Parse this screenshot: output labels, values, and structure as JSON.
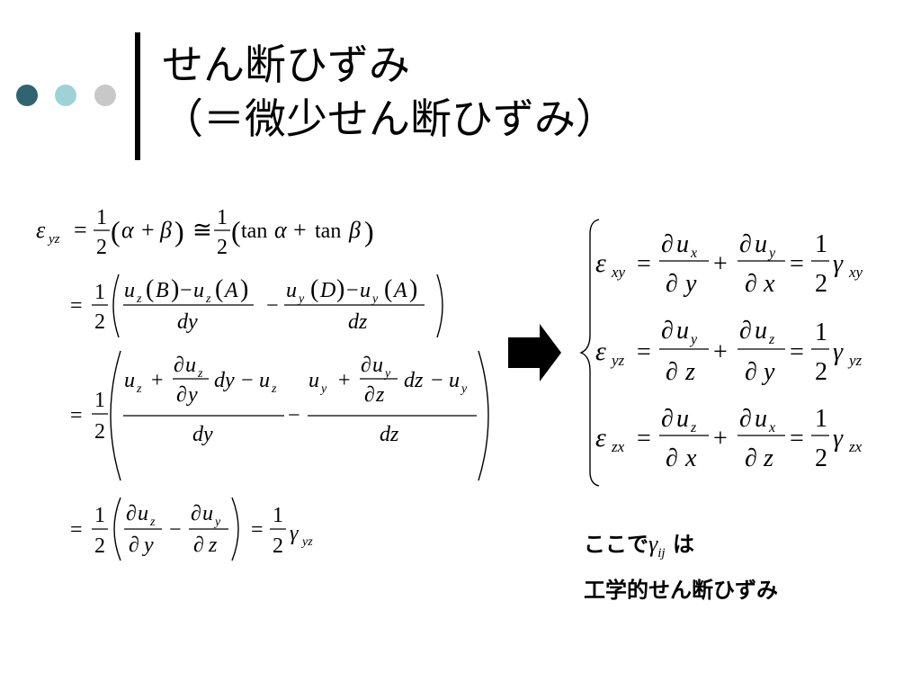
{
  "slide": {
    "title_line1": "せん断ひずみ",
    "title_line2": "（＝微少せん断ひずみ）",
    "note": {
      "prefix": "ここで",
      "symbol": "γ",
      "subscript": "ij",
      "suffix": " は",
      "line2": "工学的せん断ひずみ"
    },
    "colors": {
      "dot1": "#2f6470",
      "dot2": "#9fd2d6",
      "dot3": "#c8c8c8",
      "arrow": "#000000"
    },
    "icons": {
      "arrow": "right-arrow-icon"
    }
  }
}
